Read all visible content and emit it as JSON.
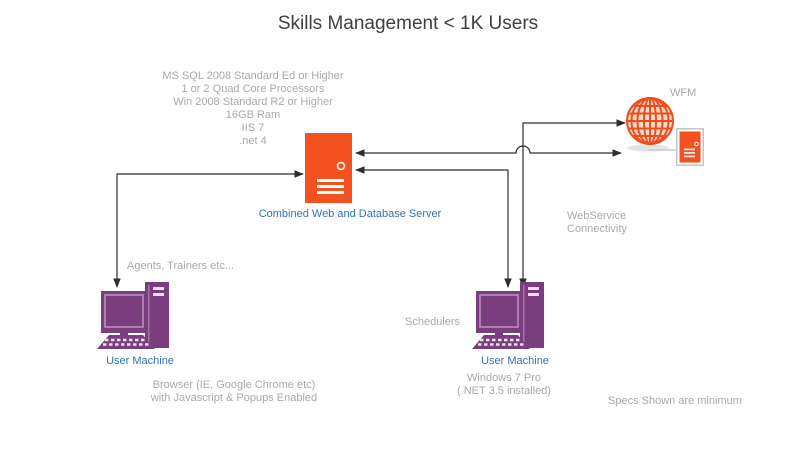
{
  "title": "Skills Management < 1K Users",
  "footnote": "Specs Shown are minimum",
  "server": {
    "label": "Combined Web and Database Server",
    "specs": [
      "MS SQL 2008 Standard Ed or Higher",
      "1 or 2 Quad Core Processors",
      "Win 2008 Standard R2 or Higher",
      "16GB Ram",
      "IIS 7",
      ".net 4"
    ]
  },
  "wfm": {
    "label": "WFM"
  },
  "webservice_note": {
    "line1": "WebService",
    "line2": "Connectivity"
  },
  "agents_machine": {
    "label": "User Machine",
    "users": "Agents, Trainers etc...",
    "note_line1": "Browser (IE, Google Chrome etc)",
    "note_line2": "with Javascript & Popups Enabled"
  },
  "schedulers_machine": {
    "label": "User Machine",
    "users": "Schedulers",
    "note_line1": "Windows 7 Pro",
    "note_line2": "(.NET 3.5 installed)"
  },
  "colors": {
    "orange": "#F3511F",
    "purple": "#7A3D7D",
    "label_blue": "#2E74B5",
    "note_gray": "#A9A9A9",
    "title_gray": "#3F3F3F",
    "arrow": "#2E2E2E"
  }
}
